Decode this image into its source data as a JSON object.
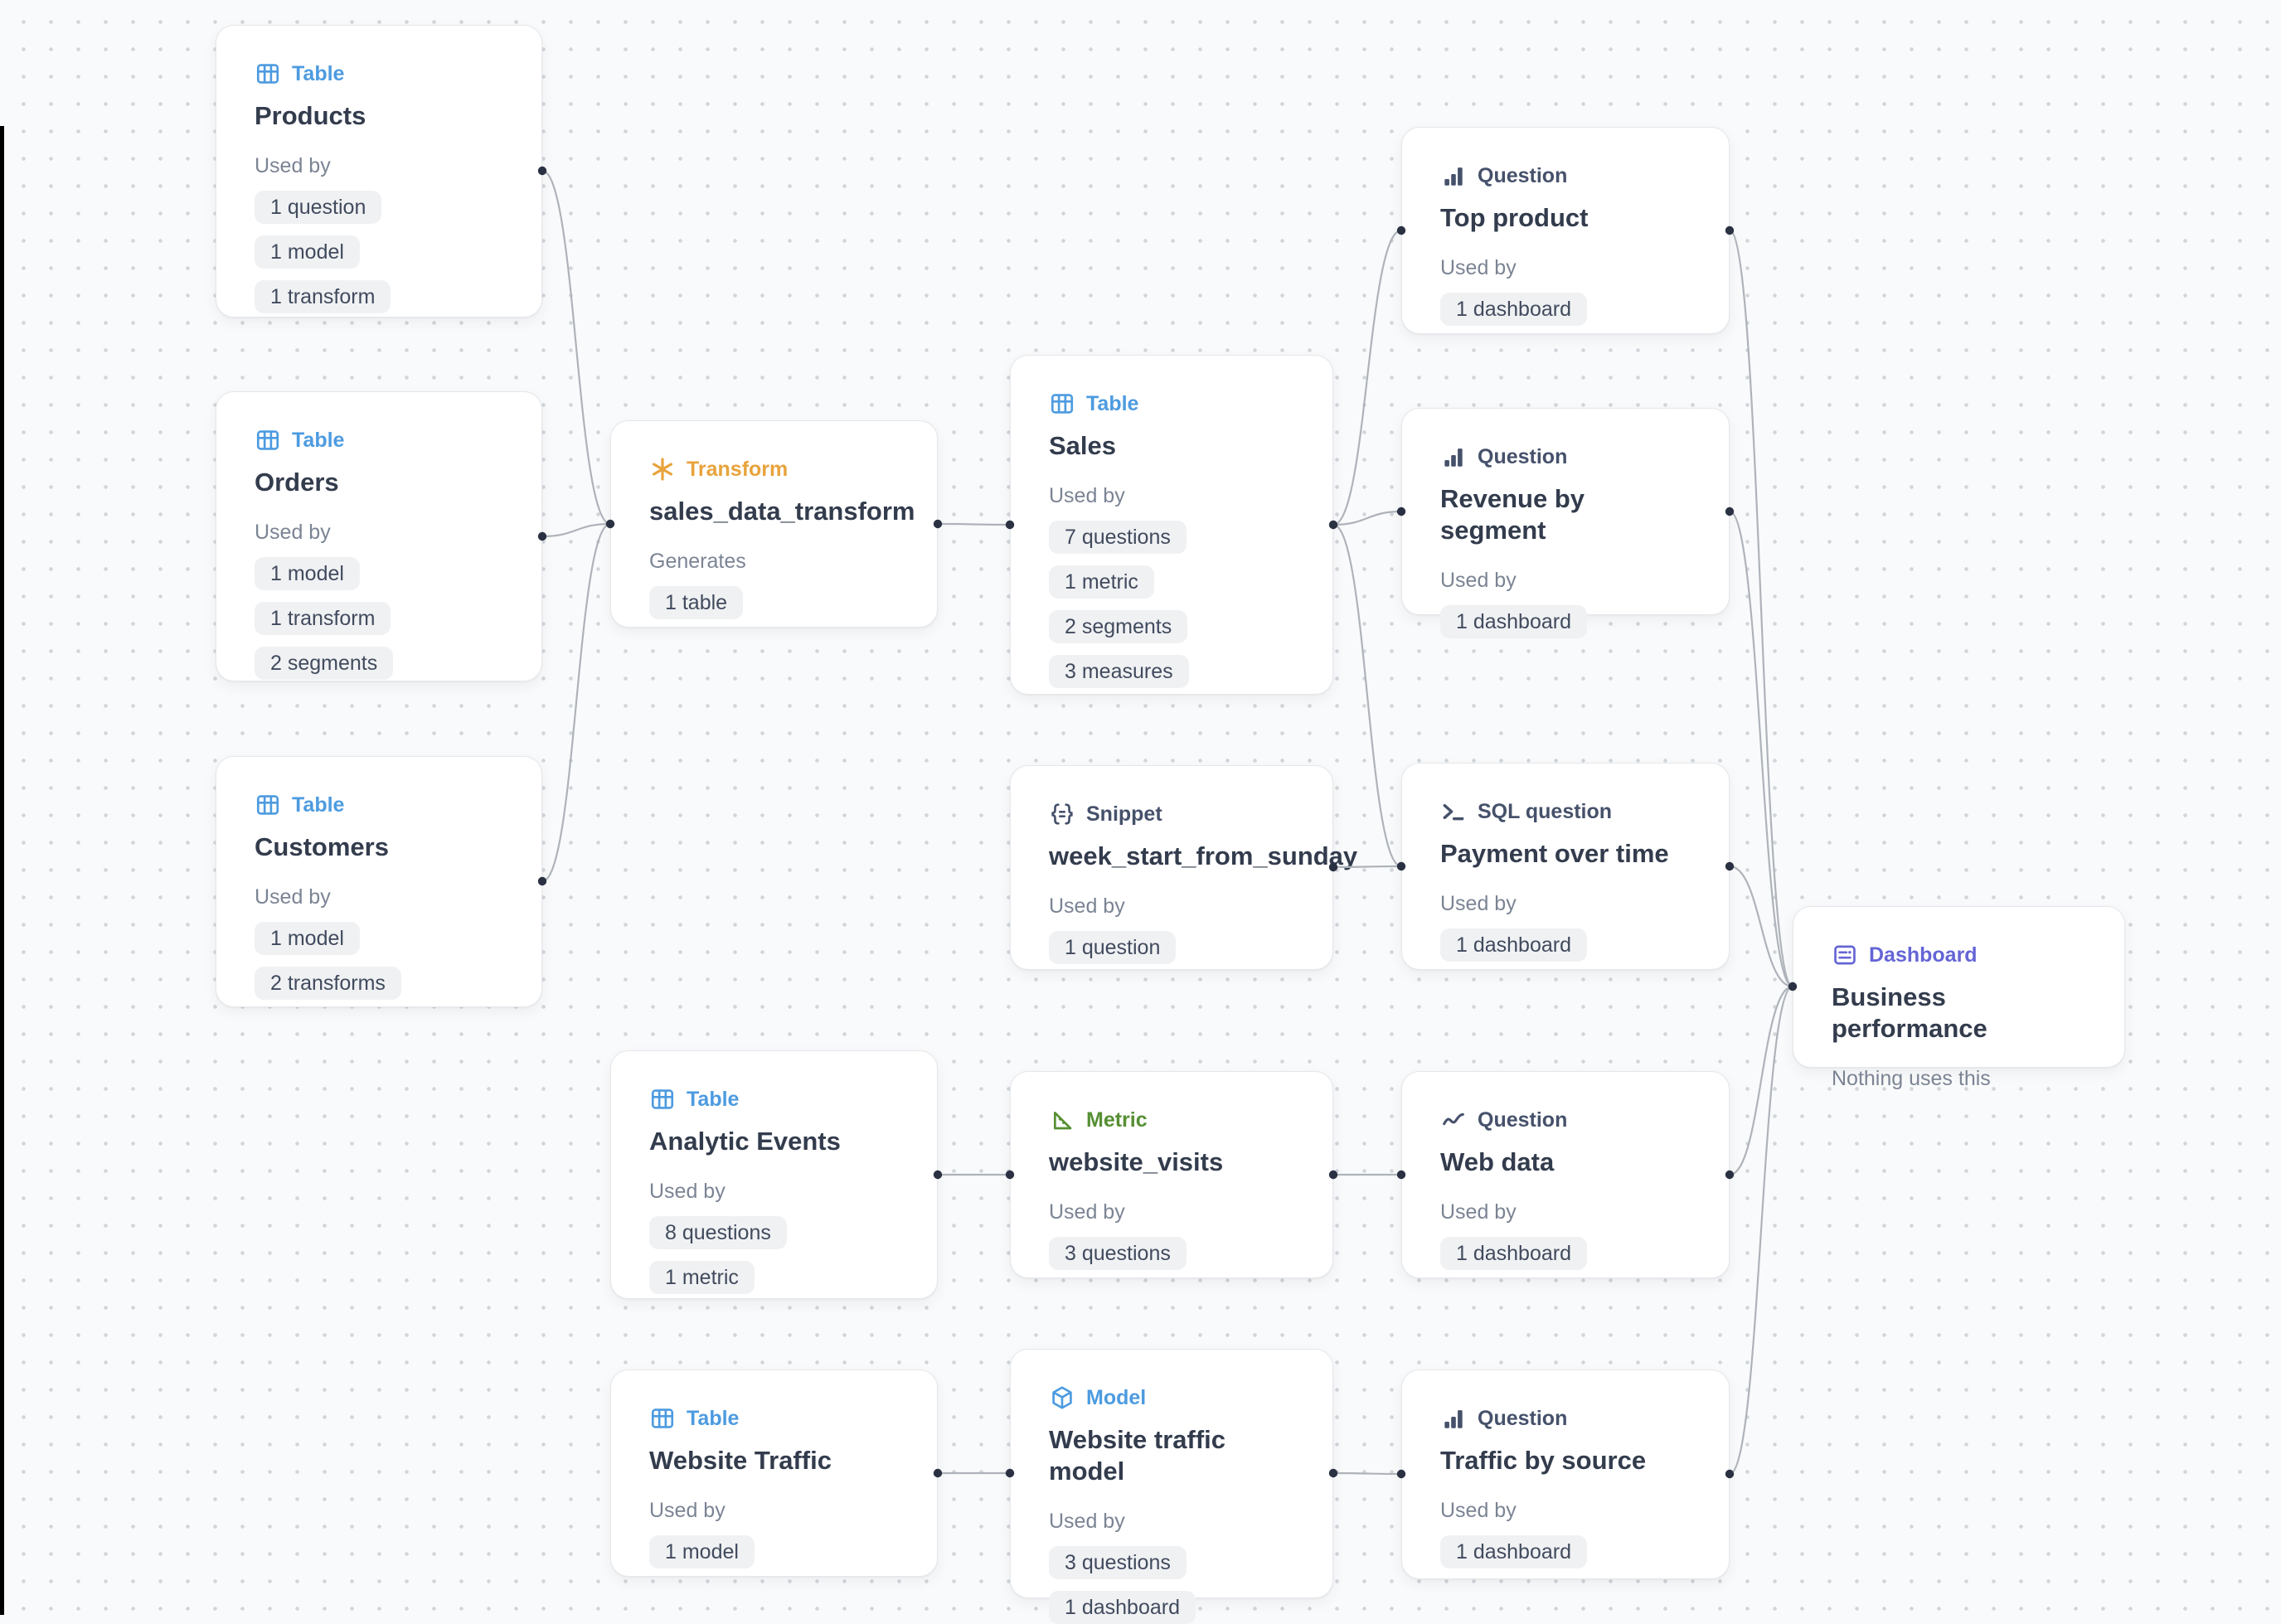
{
  "colors": {
    "table-accent": "#4d9be0",
    "transform-accent": "#e8a33c",
    "metric-accent": "#568f33",
    "model-accent": "#4d9be0",
    "slate-accent": "#46516b",
    "dashboard-accent": "#6565d6",
    "edge": "#aeb3ba",
    "dot": "#2a3142",
    "canvas-bg": "#f9fafb",
    "grid-dot": "#d2d6db",
    "title": "#333c4d",
    "muted": "#7b8494",
    "pill-bg": "#f0f1f3",
    "pill-text": "#414b5e"
  },
  "cards": {
    "products": {
      "type_label": "Table",
      "title": "Products",
      "section_label": "Used by",
      "pills": [
        "1 question",
        "1 model",
        "1 transform"
      ]
    },
    "orders": {
      "type_label": "Table",
      "title": "Orders",
      "section_label": "Used by",
      "pills": [
        "1 model",
        "1 transform",
        "2 segments"
      ]
    },
    "customers": {
      "type_label": "Table",
      "title": "Customers",
      "section_label": "Used by",
      "pills": [
        "1 model",
        "2 transforms"
      ]
    },
    "sales_data_transform": {
      "type_label": "Transform",
      "title": "sales_data_transform",
      "section_label": "Generates",
      "pills": [
        "1 table"
      ]
    },
    "sales": {
      "type_label": "Table",
      "title": "Sales",
      "section_label": "Used by",
      "pills": [
        "7 questions",
        "1 metric",
        "2 segments",
        "3 measures"
      ]
    },
    "week_start_snippet": {
      "type_label": "Snippet",
      "title": "week_start_from_sunday",
      "section_label": "Used by",
      "pills": [
        "1 question"
      ]
    },
    "top_product": {
      "type_label": "Question",
      "title": "Top product",
      "section_label": "Used by",
      "pills": [
        "1 dashboard"
      ]
    },
    "revenue_by_segment": {
      "type_label": "Question",
      "title": "Revenue by segment",
      "section_label": "Used by",
      "pills": [
        "1 dashboard"
      ]
    },
    "payment_over_time": {
      "type_label": "SQL question",
      "title": "Payment over time",
      "section_label": "Used by",
      "pills": [
        "1 dashboard"
      ]
    },
    "analytic_events": {
      "type_label": "Table",
      "title": "Analytic Events",
      "section_label": "Used by",
      "pills": [
        "8 questions",
        "1 metric"
      ]
    },
    "website_visits": {
      "type_label": "Metric",
      "title": "website_visits",
      "section_label": "Used by",
      "pills": [
        "3 questions"
      ]
    },
    "web_data": {
      "type_label": "Question",
      "title": "Web data",
      "section_label": "Used by",
      "pills": [
        "1 dashboard"
      ]
    },
    "website_traffic": {
      "type_label": "Table",
      "title": "Website Traffic",
      "section_label": "Used by",
      "pills": [
        "1 model"
      ]
    },
    "website_traffic_model": {
      "type_label": "Model",
      "title": "Website traffic model",
      "section_label": "Used by",
      "pills": [
        "3 questions",
        "1 dashboard"
      ]
    },
    "traffic_by_source": {
      "type_label": "Question",
      "title": "Traffic by source",
      "section_label": "Used by",
      "pills": [
        "1 dashboard"
      ]
    },
    "business_performance": {
      "type_label": "Dashboard",
      "title": "Business performance",
      "section_label": "Nothing uses this",
      "pills": []
    }
  },
  "edges": [
    [
      "products",
      "sales_data_transform"
    ],
    [
      "orders",
      "sales_data_transform"
    ],
    [
      "customers",
      "sales_data_transform"
    ],
    [
      "sales_data_transform",
      "sales"
    ],
    [
      "sales",
      "top_product"
    ],
    [
      "sales",
      "revenue_by_segment"
    ],
    [
      "sales",
      "payment_over_time"
    ],
    [
      "week_start_snippet",
      "payment_over_time"
    ],
    [
      "analytic_events",
      "website_visits"
    ],
    [
      "website_visits",
      "web_data"
    ],
    [
      "website_traffic",
      "website_traffic_model"
    ],
    [
      "website_traffic_model",
      "traffic_by_source"
    ],
    [
      "top_product",
      "business_performance"
    ],
    [
      "revenue_by_segment",
      "business_performance"
    ],
    [
      "payment_over_time",
      "business_performance"
    ],
    [
      "web_data",
      "business_performance"
    ],
    [
      "traffic_by_source",
      "business_performance"
    ]
  ]
}
